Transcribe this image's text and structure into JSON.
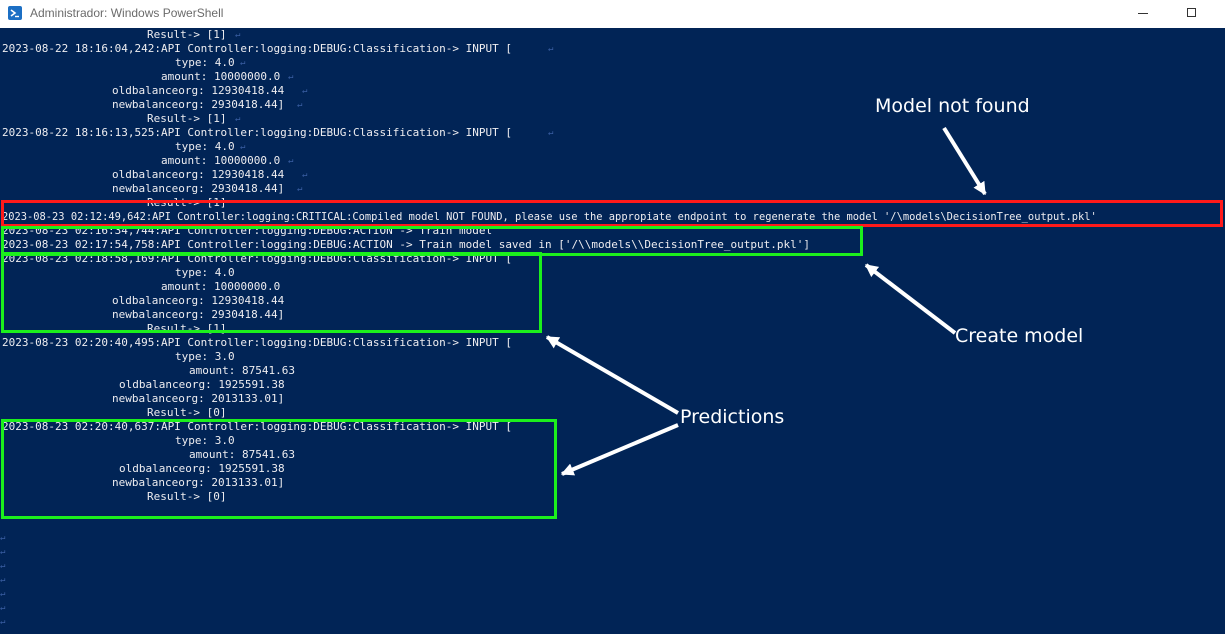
{
  "window": {
    "title": "Administrador: Windows PowerShell",
    "icon": "powershell-icon"
  },
  "console": {
    "background": "#012456",
    "lines": [
      "Result-> [1]",
      "2023-08-22 18:16:04,242:API Controller:logging:DEBUG:Classification-> INPUT [",
      "type: 4.0",
      "amount: 10000000.0",
      "oldbalanceorg: 12930418.44",
      "newbalanceorg: 2930418.44]",
      "Result-> [1]",
      "2023-08-22 18:16:13,525:API Controller:logging:DEBUG:Classification-> INPUT [",
      "type: 4.0",
      "amount: 10000000.0",
      "oldbalanceorg: 12930418.44",
      "newbalanceorg: 2930418.44]",
      "Result-> [1]",
      "2023-08-23 02:12:49,642:API Controller:logging:CRITICAL:Compiled model NOT FOUND, please use the appropiate endpoint to regenerate the model '/\\models\\DecisionTree_output.pkl'",
      "2023-08-23 02:16:34,744:API Controller:logging:DEBUG:ACTION -> Train model",
      "2023-08-23 02:17:54,758:API Controller:logging:DEBUG:ACTION -> Train model saved in ['/\\\\models\\\\DecisionTree_output.pkl']",
      "2023-08-23 02:18:58,169:API Controller:logging:DEBUG:Classification-> INPUT [",
      "type: 4.0",
      "amount: 10000000.0",
      "oldbalanceorg: 12930418.44",
      "newbalanceorg: 2930418.44]",
      "Result-> [1]",
      "2023-08-23 02:20:40,495:API Controller:logging:DEBUG:Classification-> INPUT [",
      "type: 3.0",
      "amount: 87541.63",
      "oldbalanceorg: 1925591.38",
      "newbalanceorg: 2013133.01]",
      "Result-> [0]",
      "2023-08-23 02:20:40,637:API Controller:logging:DEBUG:Classification-> INPUT [",
      "type: 3.0",
      "amount: 87541.63",
      "oldbalanceorg: 1925591.38",
      "newbalanceorg: 2013133.01]",
      "Result-> [0]"
    ]
  },
  "annotations": {
    "model_not_found": "Model not found",
    "create_model": "Create model",
    "predictions": "Predictions",
    "colors": {
      "error": "#ff1a1a",
      "success": "#1cf01c",
      "arrow": "#ffffff"
    }
  }
}
